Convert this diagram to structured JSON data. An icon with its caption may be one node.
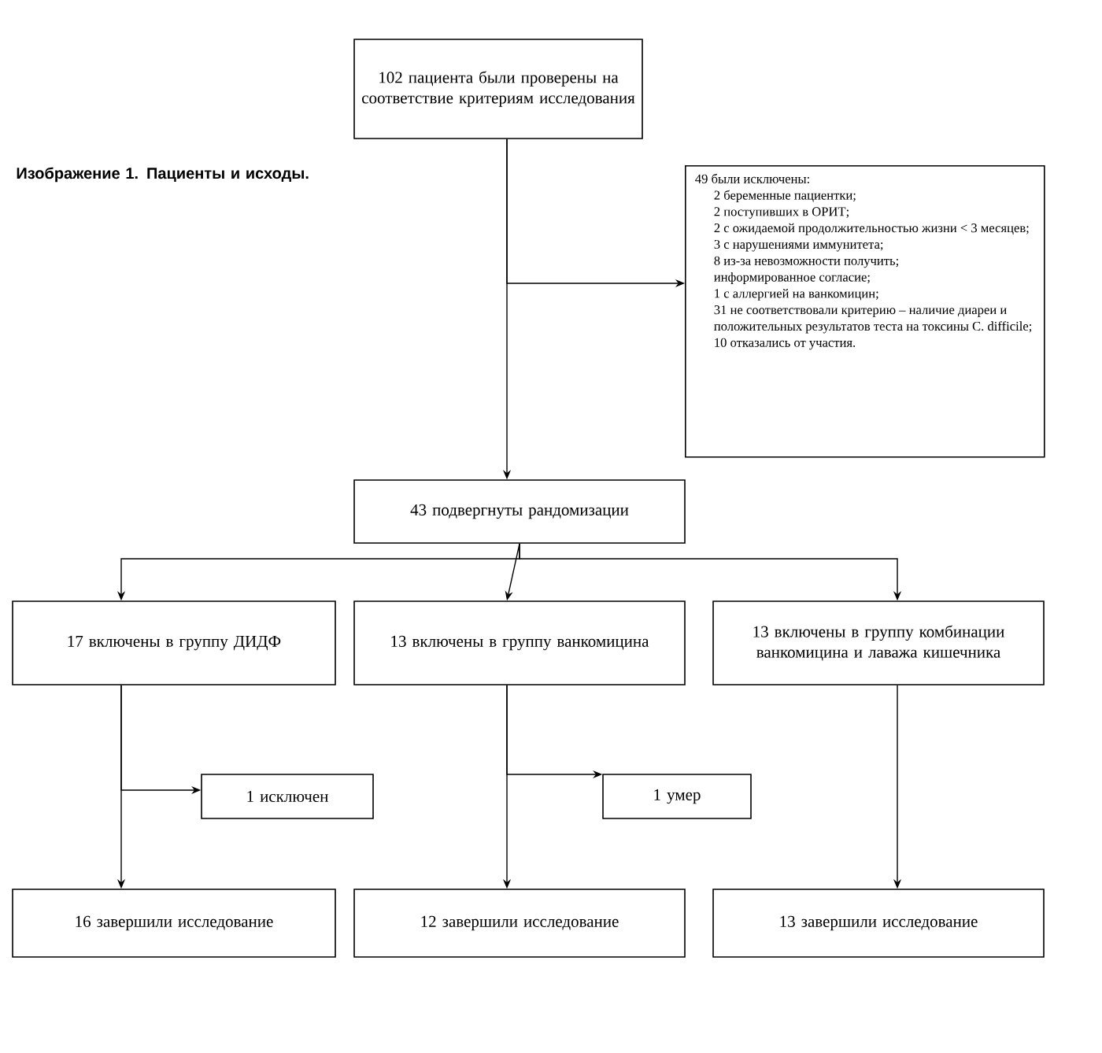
{
  "diagram": {
    "title": "Изображение 1. Пациенты и исходы.",
    "nodes": [
      {
        "text": [
          "102 пациента были проверены на соответствие критериям исследования"
        ]
      },
      {
        "text": [
          "49 были исключены:",
          "2 беременные пациентки;",
          "2 поступивших в ОРИТ;",
          "2 с ожидаемой продолжительностью жизни < 3 месяцев;",
          "3 с нарушениями иммунитета;",
          "8 из-за невозможности получить;",
          "информированное согласие;",
          "1 с аллергией на ванкомицин;",
          "31 не соответствовали критерию – наличие диареи и положительных результатов теста на токсины C. difficile;",
          "10 отказались от участия."
        ]
      },
      {
        "text": [
          "43 подвергнуты рандомизации"
        ]
      },
      {
        "text": [
          "17 включены в группу ДИДФ"
        ]
      },
      {
        "text": [
          "13 включены в группу ванкомицина"
        ]
      },
      {
        "text": [
          "13 включены в группу комбинации ванкомицина и лаважа кишечника"
        ]
      },
      {
        "text": [
          "1 исключен"
        ]
      },
      {
        "text": [
          "1 умер"
        ]
      },
      {
        "text": [
          "16 завершили исследование"
        ]
      },
      {
        "text": [
          "12 завершили исследование"
        ]
      },
      {
        "text": [
          "13 завершили исследование"
        ]
      }
    ],
    "edges": [
      {
        "from": 0,
        "to": 2,
        "arrow": "to"
      },
      {
        "from": 0,
        "to": 1,
        "arrow": "to"
      },
      {
        "from": 2,
        "to": 3,
        "arrow": "to"
      },
      {
        "from": 2,
        "to": 4,
        "arrow": "to"
      },
      {
        "from": 2,
        "to": 5,
        "arrow": "to"
      },
      {
        "from": 3,
        "to": 6,
        "arrow": "to"
      },
      {
        "from": 3,
        "to": 8,
        "arrow": "to"
      },
      {
        "from": 4,
        "to": 7,
        "arrow": "to"
      },
      {
        "from": 4,
        "to": 9,
        "arrow": "to"
      },
      {
        "from": 5,
        "to": 10,
        "arrow": "to"
      }
    ]
  }
}
